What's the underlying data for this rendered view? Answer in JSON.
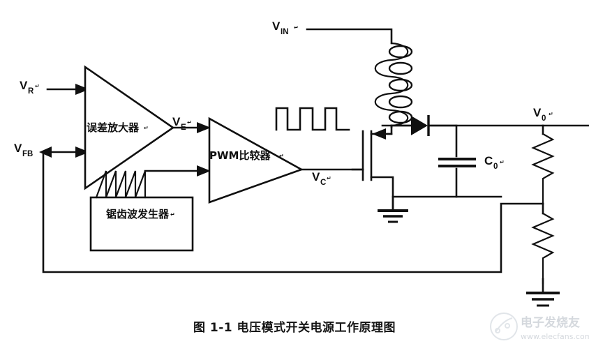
{
  "figure": {
    "caption": "图 1-1 电压模式开关电源工作原理图",
    "caption_number": "1-1",
    "title_cn": "电压模式开关电源工作原理图"
  },
  "blocks": {
    "error_amplifier": {
      "label": "误差放大器",
      "kind": "triangle-amplifier"
    },
    "pwm_comparator": {
      "label": "PWM比较器",
      "kind": "triangle-comparator"
    },
    "sawtooth_generator": {
      "label": "锯齿波发生器",
      "kind": "rect-block"
    }
  },
  "signals": {
    "v_ref": {
      "base": "V",
      "sub": "R"
    },
    "v_fb": {
      "base": "V",
      "sub": "FB"
    },
    "v_error": {
      "base": "V",
      "sub": "E"
    },
    "v_control": {
      "base": "V",
      "sub": "C"
    },
    "v_in": {
      "base": "V",
      "sub": "IN"
    },
    "v_out": {
      "base": "V",
      "sub": "0"
    }
  },
  "components": {
    "output_capacitor": {
      "base": "C",
      "sub": "0"
    },
    "inductor": {
      "turns": 5,
      "orientation": "vertical"
    },
    "diode": {
      "orientation": "right"
    },
    "mosfet": {
      "type": "n-channel-switch"
    },
    "upper_resistor": {
      "zigzags": 6
    },
    "lower_resistor": {
      "zigzags": 6
    },
    "grounds": 2
  },
  "waveforms": {
    "pwm_pulse": {
      "type": "square",
      "pulses": 3
    },
    "sawtooth": {
      "type": "sawtooth",
      "teeth": 4
    }
  },
  "watermark": {
    "brand_cn": "电子发烧友",
    "url": "www.elecfans.com"
  },
  "colors": {
    "ink": "#101010",
    "background": "#ffffff",
    "watermark": "#9aa4b0"
  }
}
